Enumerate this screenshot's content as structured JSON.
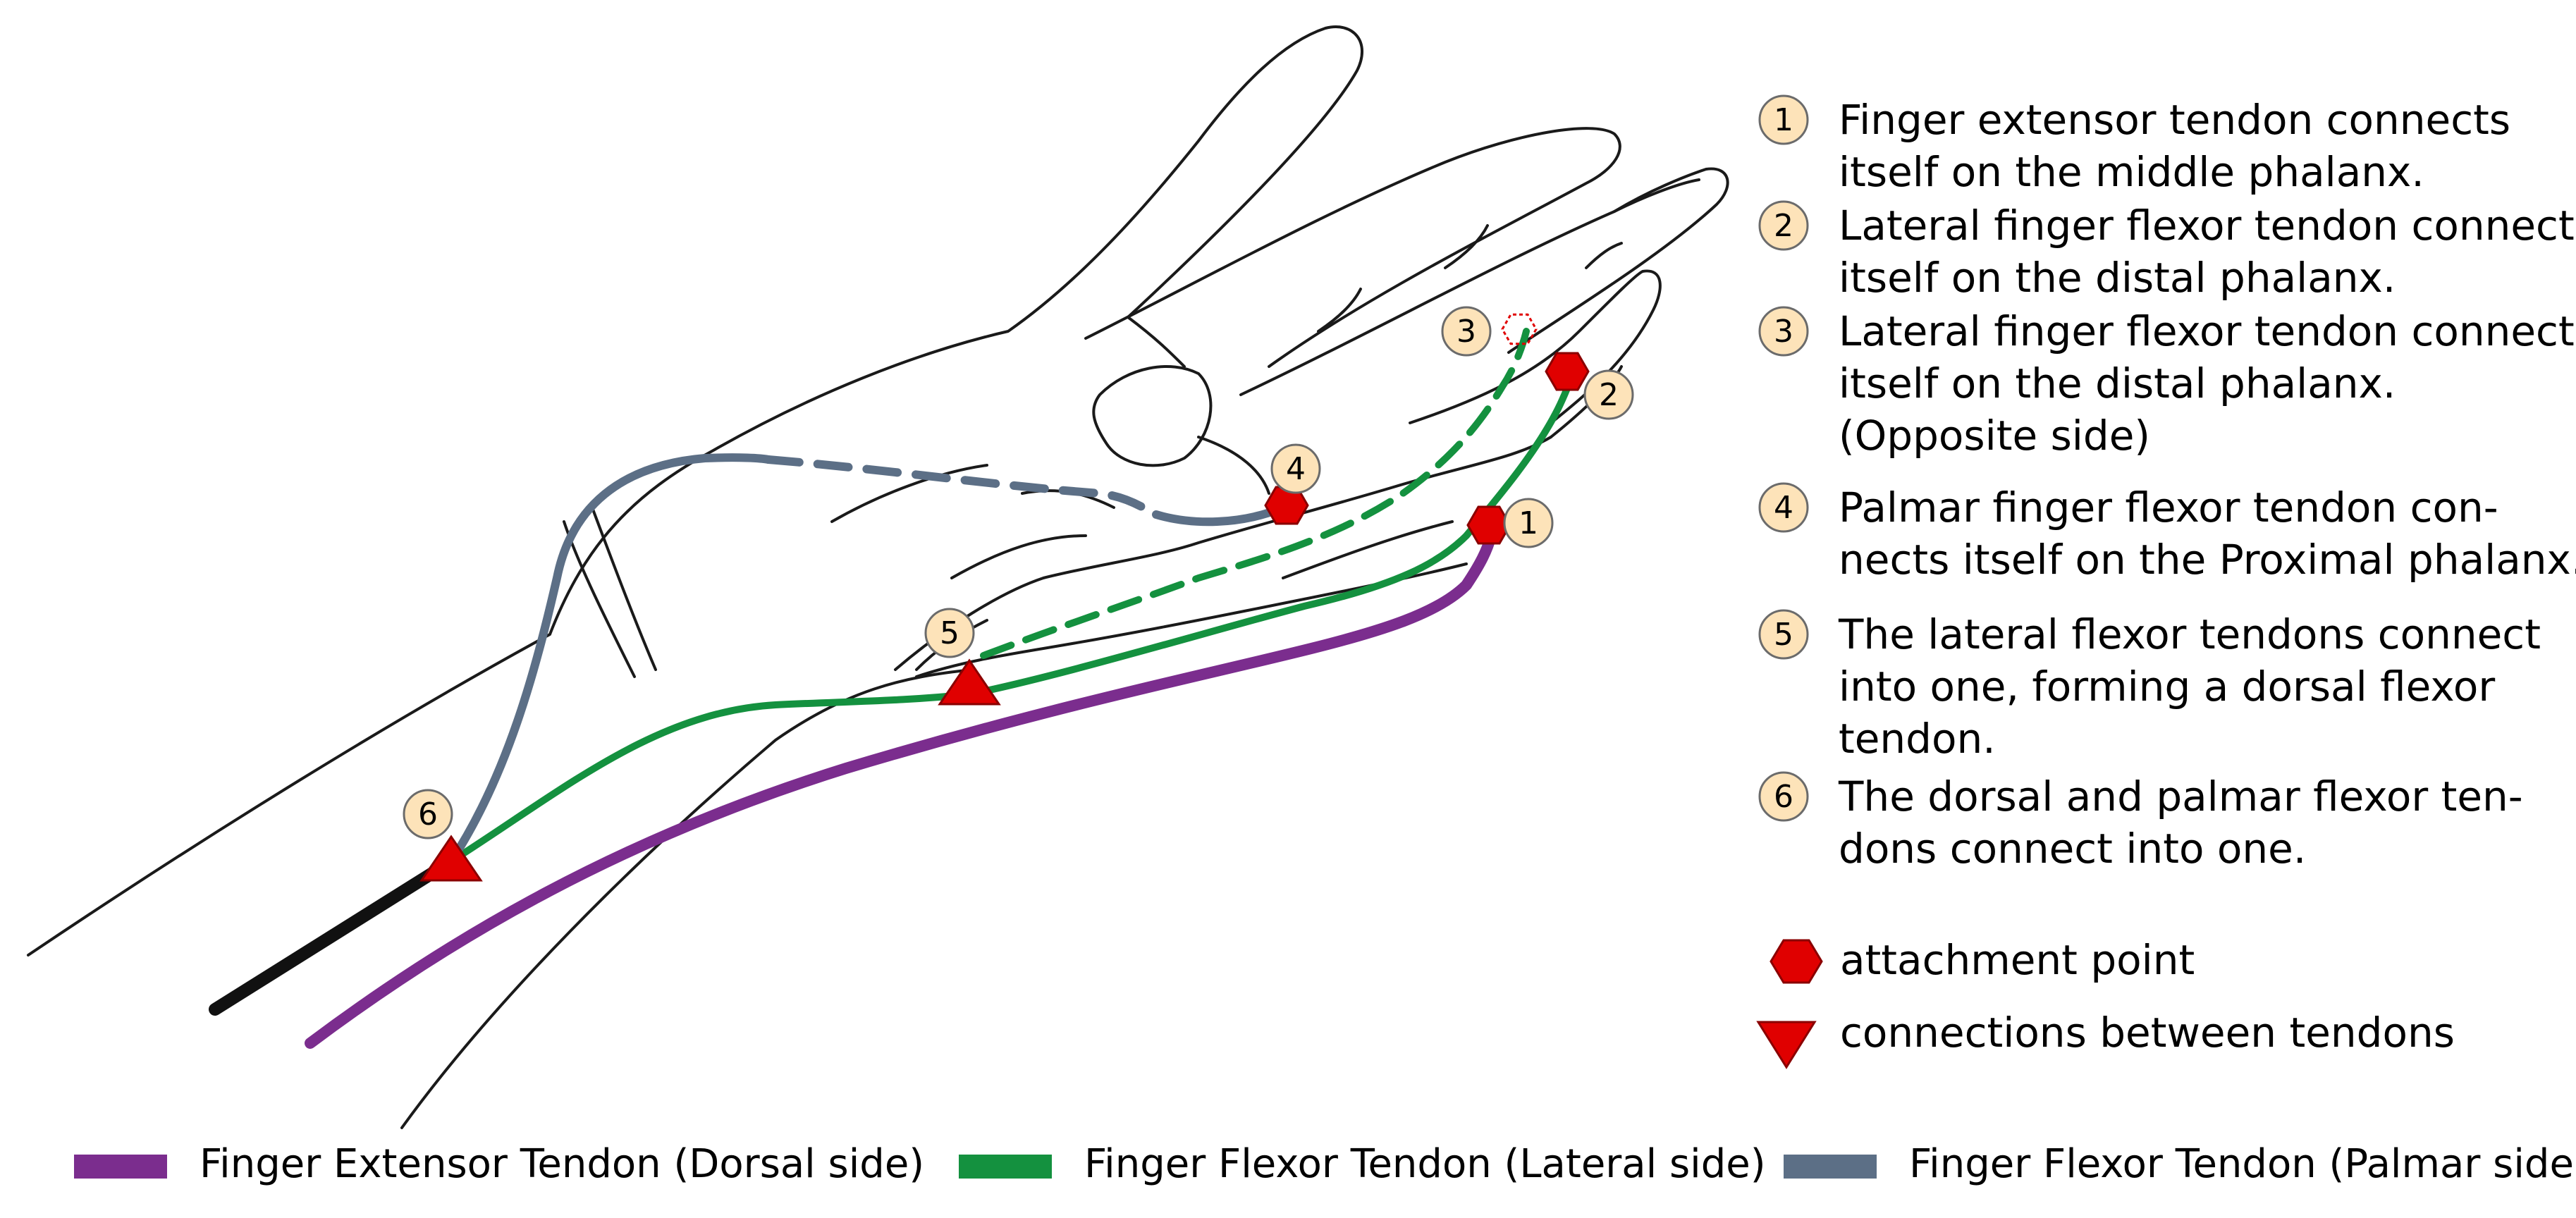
{
  "colors": {
    "extensor": "#7b2d8e",
    "flexor_lateral": "#14913f",
    "flexor_palmar": "#5c6f86",
    "marker_fill": "#e00000",
    "marker_stroke": "#8a0000",
    "badge_fill": "#fde3b9",
    "badge_stroke": "#6b6b6b",
    "outline": "#1a1a1a"
  },
  "icons": {
    "attachment": "hexagon-icon",
    "connection": "triangle-icon"
  },
  "markers": [
    {
      "num": "1",
      "type": "attachment"
    },
    {
      "num": "2",
      "type": "attachment"
    },
    {
      "num": "3",
      "type": "attachment-hidden"
    },
    {
      "num": "4",
      "type": "attachment"
    },
    {
      "num": "5",
      "type": "connection"
    },
    {
      "num": "6",
      "type": "connection"
    }
  ],
  "notes": [
    {
      "num": "1",
      "lines": [
        "Finger extensor tendon connects",
        "itself on the middle phalanx."
      ]
    },
    {
      "num": "2",
      "lines": [
        "Lateral finger flexor tendon connects",
        "itself on the distal phalanx."
      ]
    },
    {
      "num": "3",
      "lines": [
        "Lateral finger flexor tendon connects",
        "itself on the distal phalanx.",
        "(Opposite side)"
      ]
    },
    {
      "num": "4",
      "lines": [
        "Palmar finger flexor tendon con-",
        "nects itself on the Proximal phalanx."
      ]
    },
    {
      "num": "5",
      "lines": [
        "The lateral flexor tendons connect",
        "into one, forming a dorsal flexor",
        "tendon."
      ]
    },
    {
      "num": "6",
      "lines": [
        "The dorsal and palmar flexor ten-",
        "dons connect into one."
      ]
    }
  ],
  "symbol_key": {
    "attachment": "attachment point",
    "connection": "connections between tendons"
  },
  "legend": [
    {
      "label": "Finger Extensor Tendon (Dorsal side)",
      "color": "#7b2d8e"
    },
    {
      "label": "Finger Flexor Tendon (Lateral side)",
      "color": "#14913f"
    },
    {
      "label": "Finger Flexor Tendon (Palmar side)",
      "color": "#5c6f86"
    }
  ]
}
